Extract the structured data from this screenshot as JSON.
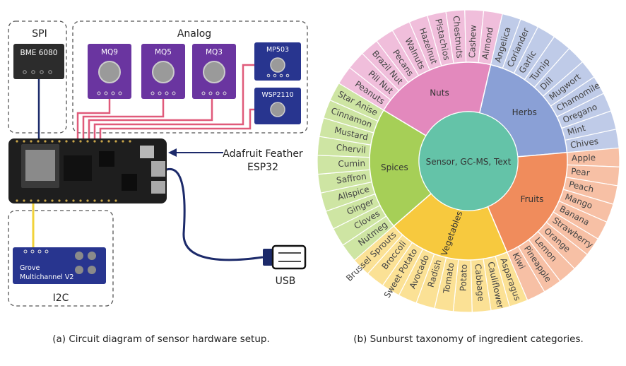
{
  "circuit": {
    "groups": {
      "spi": "SPI",
      "analog": "Analog",
      "i2c": "I2C"
    },
    "sensors": {
      "bme": "BME 6080",
      "mq9": "MQ9",
      "mq5": "MQ5",
      "mq3": "MQ3",
      "mp503": "MP503",
      "wsp2110": "WSP2110"
    },
    "grove": {
      "line1": "Grove",
      "line2": "Multichannel V2"
    },
    "board": {
      "line1": "Adafruit Feather",
      "line2": "ESP32"
    },
    "usb": "USB",
    "caption": "(a) Circuit diagram of sensor hardware setup."
  },
  "sunburst": {
    "center": "Sensor, GC-MS, Text",
    "colors": {
      "Herbs": "#8aa0d6",
      "Fruits": "#f08c5c",
      "Vegetables": "#f7c93e",
      "Spices": "#a6cf57",
      "Nuts": "#e389bd",
      "center": "#64c3a8"
    },
    "categories": [
      {
        "name": "Herbs",
        "items": [
          "Angelica",
          "Coriander",
          "Garlic",
          "Turnip",
          "Dill",
          "Mugwort",
          "Chamomile",
          "Oregano",
          "Mint",
          "Chives"
        ]
      },
      {
        "name": "Fruits",
        "items": [
          "Apple",
          "Pear",
          "Peach",
          "Mango",
          "Banana",
          "Strawberry",
          "Orange",
          "Lemon",
          "Pineapple",
          "Kiwi"
        ]
      },
      {
        "name": "Vegetables",
        "items": [
          "Asparagus",
          "Cauliflower",
          "Cabbage",
          "Potato",
          "Tomato",
          "Radish",
          "Avocado",
          "Sweet Potato",
          "Broccoli",
          "Brussel Sprouts"
        ]
      },
      {
        "name": "Spices",
        "items": [
          "Nutmeg",
          "Cloves",
          "Ginger",
          "Allspice",
          "Saffron",
          "Cumin",
          "Chervil",
          "Mustard",
          "Cinnamon",
          "Star Anise"
        ]
      },
      {
        "name": "Nuts",
        "items": [
          "Peanuts",
          "Pili Nut",
          "Brazil Nut",
          "Pecans",
          "Walnuts",
          "Hazelnut",
          "Pistachios",
          "Chestnuts",
          "Cashew",
          "Almond"
        ]
      }
    ],
    "caption": "(b) Sunburst taxonomy of ingredient categories."
  }
}
